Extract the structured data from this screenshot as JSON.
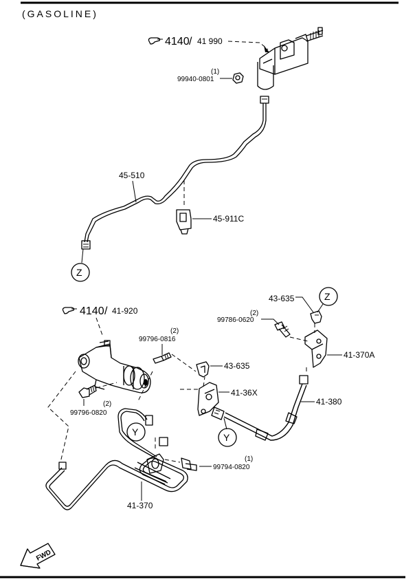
{
  "header": {
    "title": "(GASOLINE)"
  },
  "refs": [
    {
      "ref": "4140",
      "sub": "41 990"
    },
    {
      "ref": "4140",
      "sub": "41-920"
    }
  ],
  "parts": {
    "p99940": {
      "code": "99940-0801",
      "qty": "(1)"
    },
    "p45510": {
      "code": "45-510"
    },
    "p45911c": {
      "code": "45-911C"
    },
    "p43635a": {
      "code": "43-635"
    },
    "p99786": {
      "code": "99786-0620",
      "qty": "(2)"
    },
    "p41370a": {
      "code": "41-370A"
    },
    "p99796a": {
      "code": "99796-0816",
      "qty": "(2)"
    },
    "p43635b": {
      "code": "43-635"
    },
    "p4136x": {
      "code": "41-36X"
    },
    "p41380": {
      "code": "41-380"
    },
    "p99796b": {
      "code": "99796-0820",
      "qty": "(2)"
    },
    "p99794": {
      "code": "99794-0820",
      "qty": "(1)"
    },
    "p41370": {
      "code": "41-370"
    }
  },
  "markers": {
    "z": "Z",
    "y": "Y"
  },
  "fwd": "FWD",
  "icons": [
    "hand-pointer-icon",
    "fwd-arrow-icon"
  ]
}
